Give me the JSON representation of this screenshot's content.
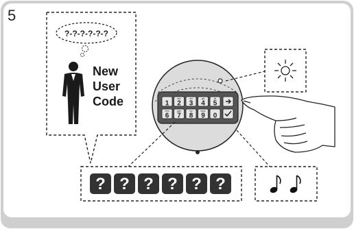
{
  "step_number": "5",
  "thought_bubble_code": "?-?-?-?-?-?",
  "new_user_code_lines": [
    "New",
    "User",
    "Code"
  ],
  "keypad": {
    "top_row": [
      {
        "digit": "1",
        "letters": ""
      },
      {
        "digit": "2",
        "letters": "abc"
      },
      {
        "digit": "3",
        "letters": "def"
      },
      {
        "digit": "4",
        "letters": "ghi"
      },
      {
        "digit": "5",
        "letters": "jkl"
      }
    ],
    "bottom_row": [
      {
        "digit": "6",
        "letters": "mno"
      },
      {
        "digit": "7",
        "letters": "pqrs"
      },
      {
        "digit": "8",
        "letters": "tuv"
      },
      {
        "digit": "9",
        "letters": "wxyz"
      },
      {
        "digit": "0",
        "letters": ""
      }
    ],
    "enter_key_icon": "arrow-right-icon",
    "confirm_key_icon": "checkmark-icon"
  },
  "entered_code_tiles": [
    "?",
    "?",
    "?",
    "?",
    "?",
    "?"
  ],
  "indicator_light_icon": "sun-light-icon",
  "beep_icons": [
    "music-note-icon",
    "music-note-icon"
  ],
  "colors": {
    "frame": "#cfcfcf",
    "outline": "#222222",
    "safe_face": "#dcdcdc",
    "keypad_panel": "#555555",
    "key": "#e6e6e6",
    "tile": "#333333"
  }
}
